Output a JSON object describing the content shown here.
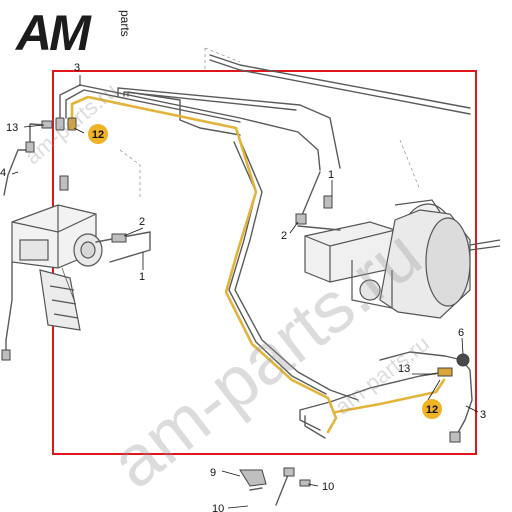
{
  "logo": {
    "main": "AM",
    "sub": "parts"
  },
  "watermarks": {
    "big": "am-parts.ru",
    "small": "am-parts.ru"
  },
  "colors": {
    "frame": "#e0161b",
    "pipe": "#5a5a5a",
    "highlight": "#e2b43a",
    "badge": "#f0b323",
    "ink": "#111111"
  },
  "callouts": {
    "c3_top": "3",
    "c13_left": "13",
    "c12_top": "12",
    "c4_left": "4",
    "c1_mid": "1",
    "c2_mid": "2",
    "c1_right": "1",
    "c2_right": "2",
    "c6_right": "6",
    "c13_right": "13",
    "c12_right": "12",
    "c3_right": "3",
    "c9_bottom": "9",
    "c10_bottom_a": "10",
    "c10_bottom_b": "10"
  }
}
